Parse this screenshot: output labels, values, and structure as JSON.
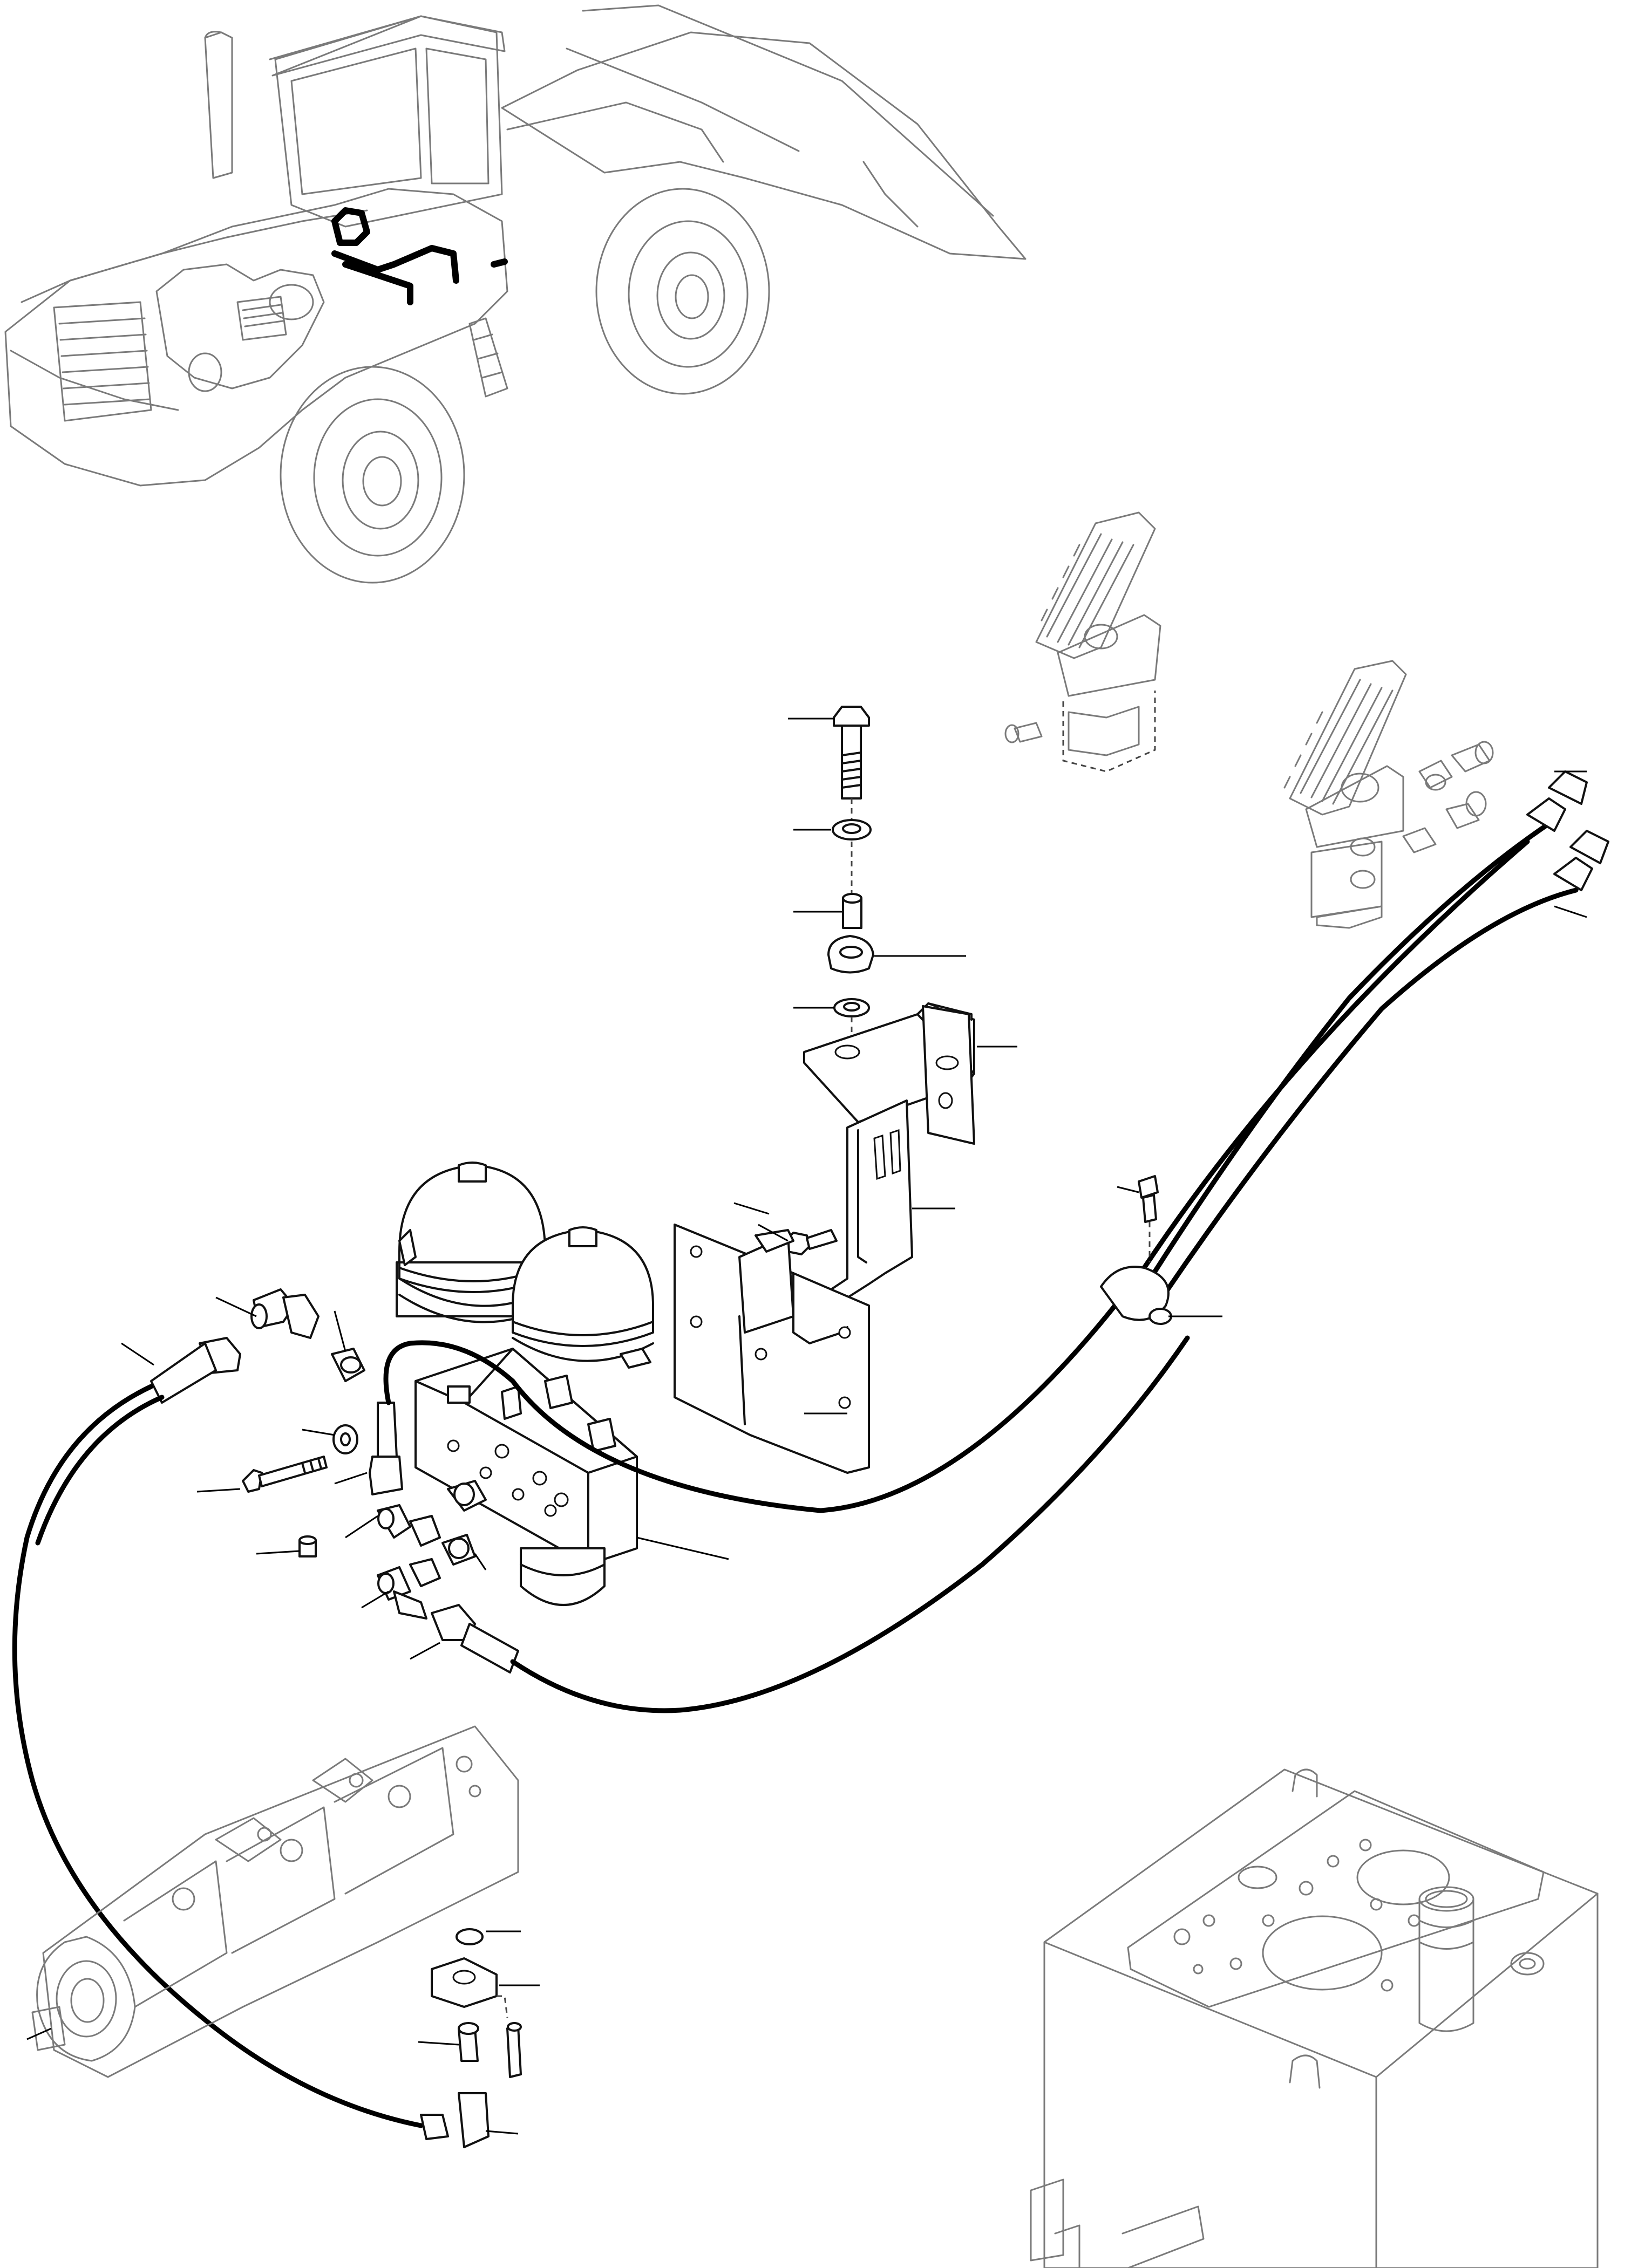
{
  "diagram": {
    "subject": "hydraulic-system-exploded-view",
    "components": [
      {
        "id": "machine-overview",
        "icon": "wheel-loader-icon"
      },
      {
        "id": "pilot-valve-upper",
        "icon": "pilot-control-valve-icon"
      },
      {
        "id": "pilot-valve-lower",
        "icon": "pilot-control-valve-icon"
      },
      {
        "id": "accumulator-block",
        "icon": "accumulator-icon"
      },
      {
        "id": "mounting-bracket",
        "icon": "bracket-icon"
      },
      {
        "id": "hydraulic-pump",
        "icon": "gear-pump-icon"
      },
      {
        "id": "hydraulic-tank",
        "icon": "tank-icon"
      },
      {
        "id": "hose-clamp",
        "icon": "clamp-icon"
      }
    ],
    "callout_count": 30
  }
}
